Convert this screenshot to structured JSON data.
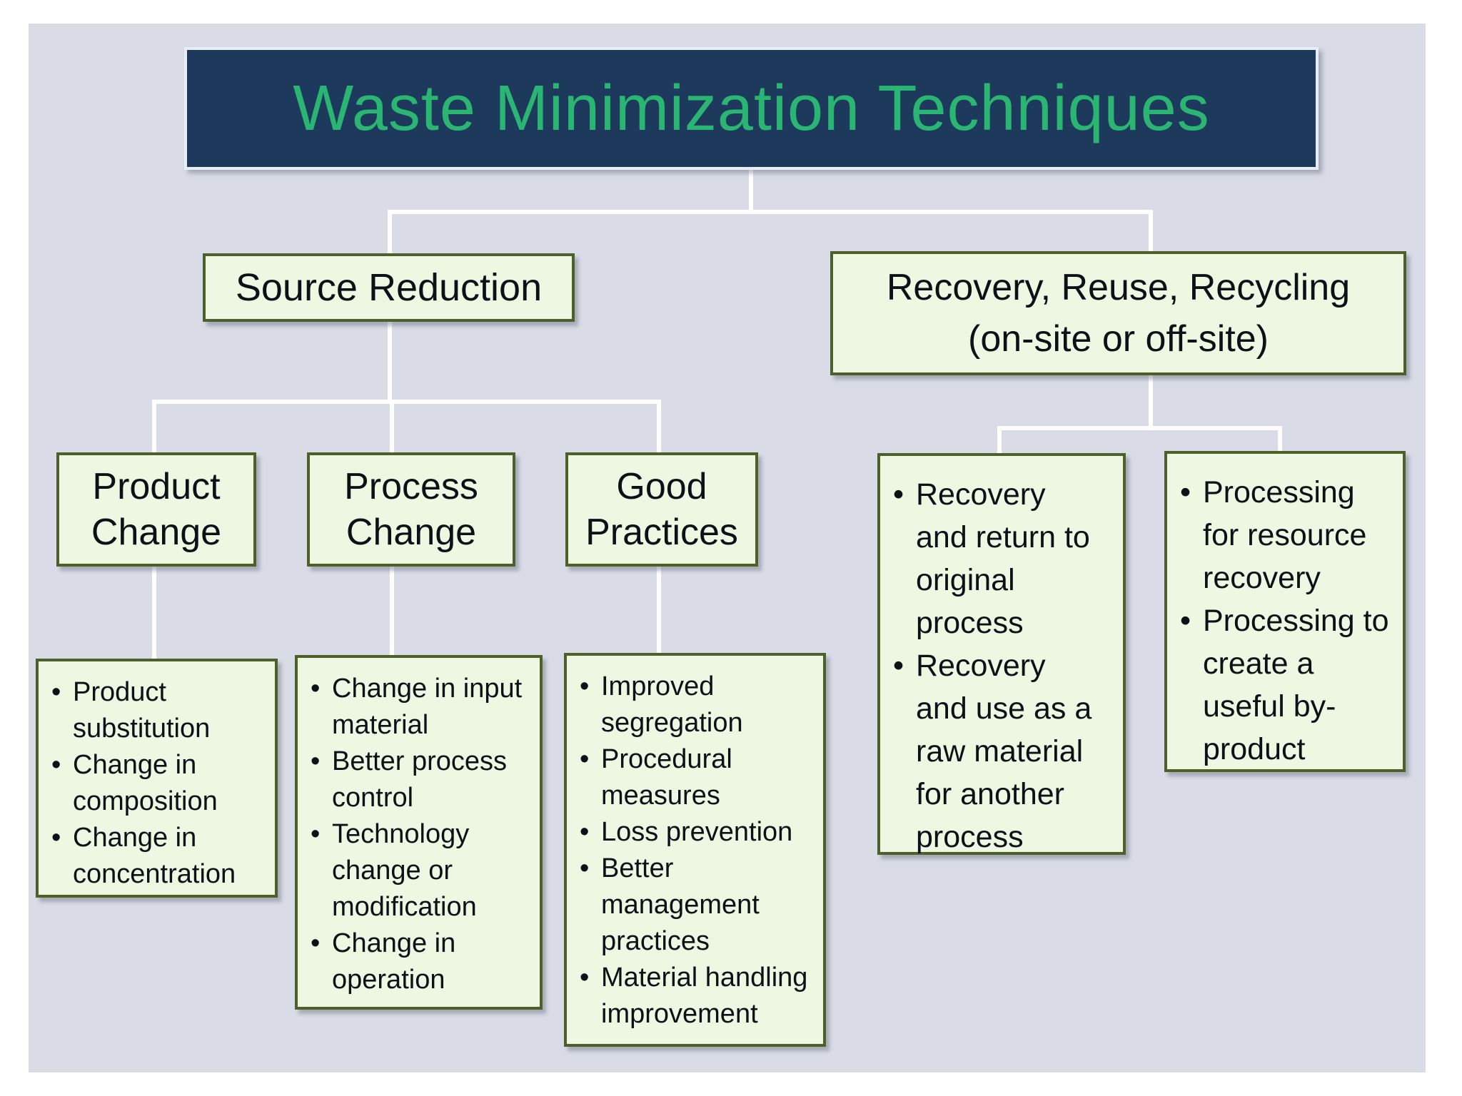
{
  "title": "Waste Minimization Techniques",
  "bullet_char": "•",
  "colors": {
    "panel_bg": "#d9dce6",
    "title_bar_bg": "#1d3a5c",
    "title_text": "#2bb573",
    "box_fill": "#eef7e2",
    "box_border": "#4e5f29",
    "connector": "#ffffff",
    "body_text": "#0d1117"
  },
  "level1": {
    "source_reduction": {
      "label": "Source Reduction"
    },
    "recovery": {
      "label_line1": "Recovery, Reuse, Recycling",
      "label_line2": "(on-site or off-site)"
    }
  },
  "level2": {
    "product_change": {
      "label": "Product Change"
    },
    "process_change": {
      "label": "Process Change"
    },
    "good_practices": {
      "label": "Good Practices"
    }
  },
  "details": {
    "product_change": {
      "items": [
        "Product substitution",
        "Change in composition",
        "Change in concentration"
      ]
    },
    "process_change": {
      "items": [
        "Change in input material",
        "Better process control",
        "Technology change or modification",
        "Change in operation"
      ]
    },
    "good_practices": {
      "items": [
        "Improved segregation",
        "Procedural measures",
        "Loss prevention",
        "Better management practices",
        "Material handling improvement"
      ]
    },
    "recovery_onsite": {
      "items": [
        "Recovery and return to original process",
        "Recovery and use as a raw material for another process"
      ]
    },
    "processing": {
      "items": [
        "Processing for resource recovery",
        "Processing to create a useful by-product"
      ]
    }
  }
}
